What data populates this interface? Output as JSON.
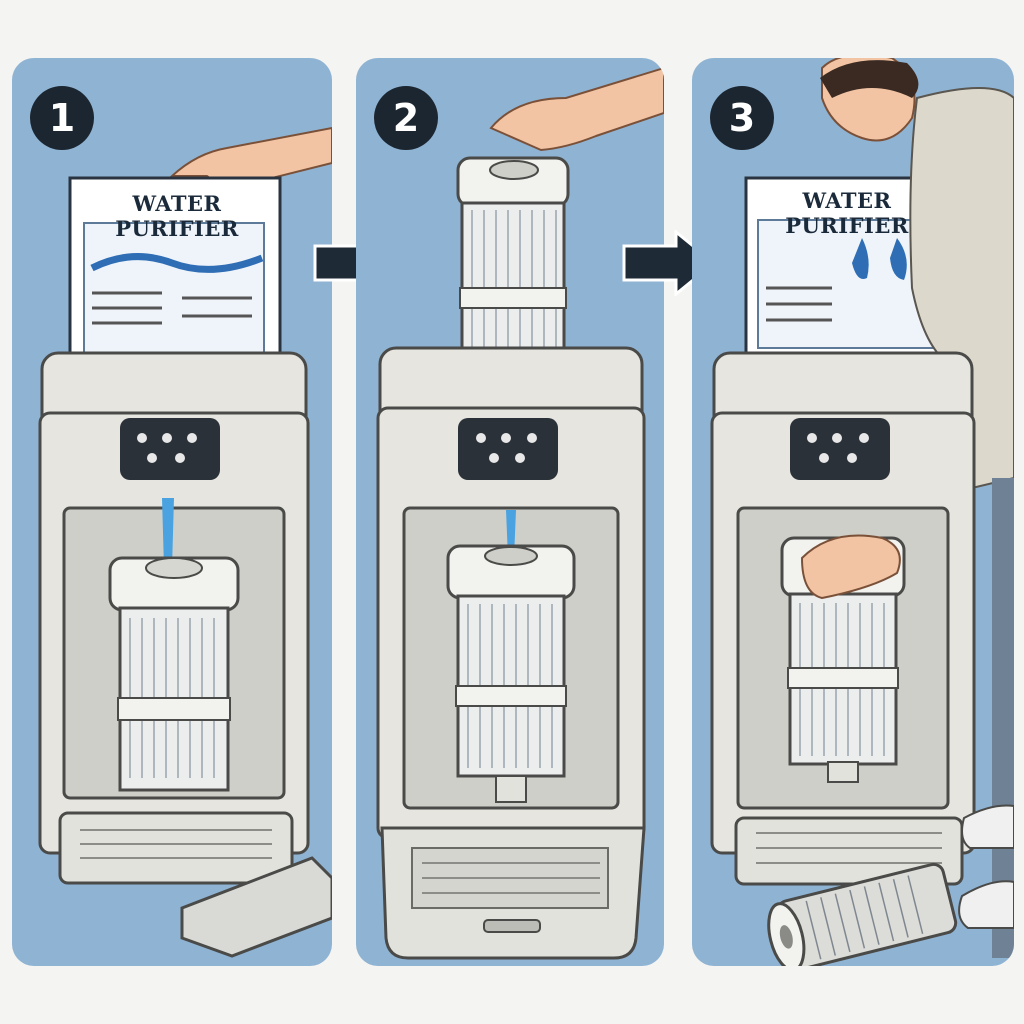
{
  "steps": [
    {
      "number": "1",
      "manual_title": "WATER PURIFIER"
    },
    {
      "number": "2"
    },
    {
      "number": "3",
      "manual_title": "WATER PURIFIER"
    }
  ],
  "colors": {
    "panel_background": "#8fb3d3",
    "badge": "#1c2630",
    "arrow": "#1e2a36",
    "appliance_body": "#e6e5e0",
    "water": "#4aa3e0"
  },
  "icons": [
    "right-arrow-icon",
    "hand-icon",
    "filter-cartridge-icon",
    "control-panel-icon"
  ]
}
